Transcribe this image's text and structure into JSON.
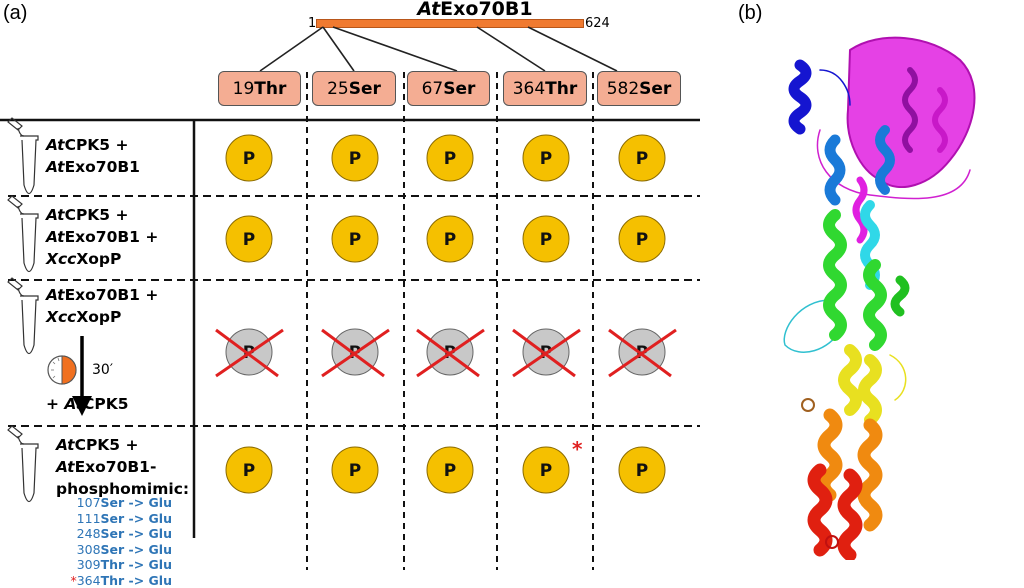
{
  "panel_a": {
    "label": "(a)",
    "protein": {
      "name_italic": "At",
      "name_rest": "Exo70B1",
      "start": "1",
      "end": "624",
      "bar_color": "#f07a30"
    },
    "sites": [
      {
        "number": "19",
        "residue": "Thr"
      },
      {
        "number": "25",
        "residue": "Ser"
      },
      {
        "number": "67",
        "residue": "Ser"
      },
      {
        "number": "364",
        "residue": "Thr"
      },
      {
        "number": "582",
        "residue": "Ser"
      }
    ],
    "conditions": [
      {
        "lines": [
          [
            {
              "t": "At",
              "i": true
            },
            {
              "t": "CPK5 +",
              "i": false
            }
          ],
          [
            {
              "t": "At",
              "i": true
            },
            {
              "t": "Exo70B1",
              "i": false
            }
          ]
        ],
        "phospho": [
          true,
          true,
          true,
          true,
          true
        ]
      },
      {
        "lines": [
          [
            {
              "t": "At",
              "i": true
            },
            {
              "t": "CPK5 +",
              "i": false
            }
          ],
          [
            {
              "t": "At",
              "i": true
            },
            {
              "t": "Exo70B1 +",
              "i": false
            }
          ],
          [
            {
              "t": "Xcc",
              "i": true
            },
            {
              "t": "XopP",
              "i": false
            }
          ]
        ],
        "phospho": [
          true,
          true,
          true,
          true,
          true
        ]
      },
      {
        "lines": [
          [
            {
              "t": "At",
              "i": true
            },
            {
              "t": "Exo70B1 +",
              "i": false
            }
          ],
          [
            {
              "t": "Xcc",
              "i": true
            },
            {
              "t": "XopP",
              "i": false
            }
          ]
        ],
        "incubation_time": "30′",
        "then_add": [
          {
            "t": "+ ",
            "i": false
          },
          {
            "t": "At",
            "i": true
          },
          {
            "t": "CPK5",
            "i": false
          }
        ],
        "phospho": [
          false,
          false,
          false,
          false,
          false
        ]
      },
      {
        "lines": [
          [
            {
              "t": "At",
              "i": true
            },
            {
              "t": "CPK5 +",
              "i": false
            }
          ],
          [
            {
              "t": "At",
              "i": true
            },
            {
              "t": "Exo70B1-",
              "i": false
            }
          ],
          [
            {
              "t": "phosphomimic:",
              "i": false
            }
          ]
        ],
        "mutations": [
          {
            "number": "107",
            "residue": "Ser",
            "arrow": "->",
            "to": "Glu",
            "star": false
          },
          {
            "number": "111",
            "residue": "Ser",
            "arrow": "->",
            "to": "Glu",
            "star": false
          },
          {
            "number": "248",
            "residue": "Ser",
            "arrow": "->",
            "to": "Glu",
            "star": false
          },
          {
            "number": "308",
            "residue": "Ser",
            "arrow": "->",
            "to": "Glu",
            "star": false
          },
          {
            "number": "309",
            "residue": "Thr",
            "arrow": "->",
            "to": "Glu",
            "star": true,
            "star_hidden": true
          },
          {
            "number": "364",
            "residue": "Thr",
            "arrow": "->",
            "to": "Glu",
            "star": true
          }
        ],
        "phospho": [
          true,
          true,
          true,
          true,
          true
        ],
        "starred_site_index": 3
      }
    ],
    "phospho_label": "P",
    "star_symbol": "*",
    "colors": {
      "phospho_yes": "#f5c000",
      "phospho_no": "#c8c8c8",
      "cross": "#e02020",
      "site_box": "#f4ad93",
      "mutation_text": "#2e75b6",
      "clock_fill": "#f07020"
    }
  },
  "panel_b": {
    "label": "(b)",
    "structure_description": "Exo70B1 cartoon model, rainbow-coloured from N-terminus (blue) to C-terminus (red), with XopP/CPK-binding region in magenta",
    "colors": [
      "#1515d0",
      "#1a7ad8",
      "#30d8e8",
      "#30d830",
      "#e8e020",
      "#f08a10",
      "#e02010",
      "#e020e0"
    ]
  }
}
